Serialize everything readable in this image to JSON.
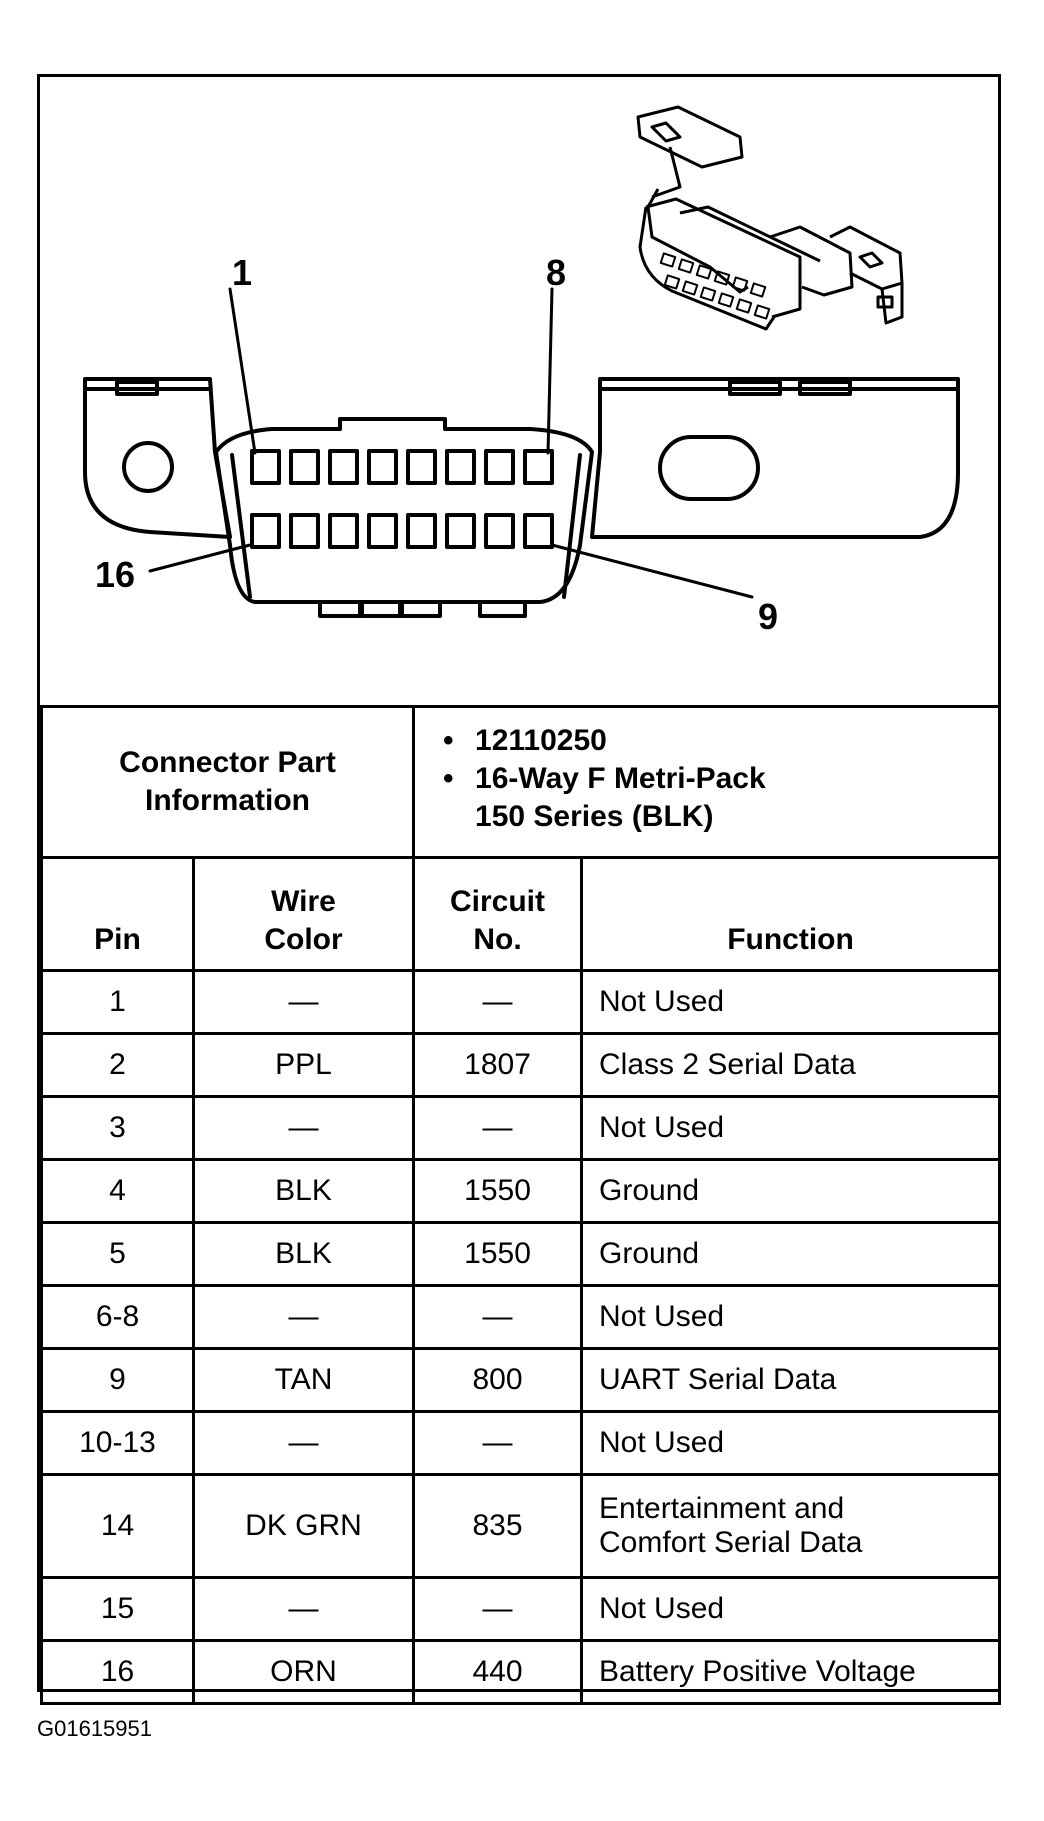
{
  "diagram": {
    "pin_callouts": {
      "top_left": "1",
      "top_right": "8",
      "bottom_left": "16",
      "bottom_right": "9"
    }
  },
  "connector_info": {
    "label_line1": "Connector Part",
    "label_line2": "Information",
    "items": [
      "12110250",
      "16-Way F Metri-Pack",
      "150 Series (BLK)"
    ]
  },
  "table": {
    "headers": {
      "pin": "Pin",
      "wire_line1": "Wire",
      "wire_line2": "Color",
      "circuit_line1": "Circuit",
      "circuit_line2": "No.",
      "function": "Function"
    },
    "rows": [
      {
        "pin": "1",
        "wire": "—",
        "circuit": "—",
        "function": "Not Used"
      },
      {
        "pin": "2",
        "wire": "PPL",
        "circuit": "1807",
        "function": "Class 2 Serial Data"
      },
      {
        "pin": "3",
        "wire": "—",
        "circuit": "—",
        "function": "Not Used"
      },
      {
        "pin": "4",
        "wire": "BLK",
        "circuit": "1550",
        "function": "Ground"
      },
      {
        "pin": "5",
        "wire": "BLK",
        "circuit": "1550",
        "function": "Ground"
      },
      {
        "pin": "6-8",
        "wire": "—",
        "circuit": "—",
        "function": "Not Used"
      },
      {
        "pin": "9",
        "wire": "TAN",
        "circuit": "800",
        "function": "UART Serial Data"
      },
      {
        "pin": "10-13",
        "wire": "—",
        "circuit": "—",
        "function": "Not Used"
      },
      {
        "pin": "14",
        "wire": "DK GRN",
        "circuit": "835",
        "function_line1": "Entertainment and",
        "function_line2": "Comfort Serial Data"
      },
      {
        "pin": "15",
        "wire": "—",
        "circuit": "—",
        "function": "Not Used"
      },
      {
        "pin": "16",
        "wire": "ORN",
        "circuit": "440",
        "function": "Battery Positive Voltage"
      }
    ]
  },
  "figure_id": "G01615951"
}
